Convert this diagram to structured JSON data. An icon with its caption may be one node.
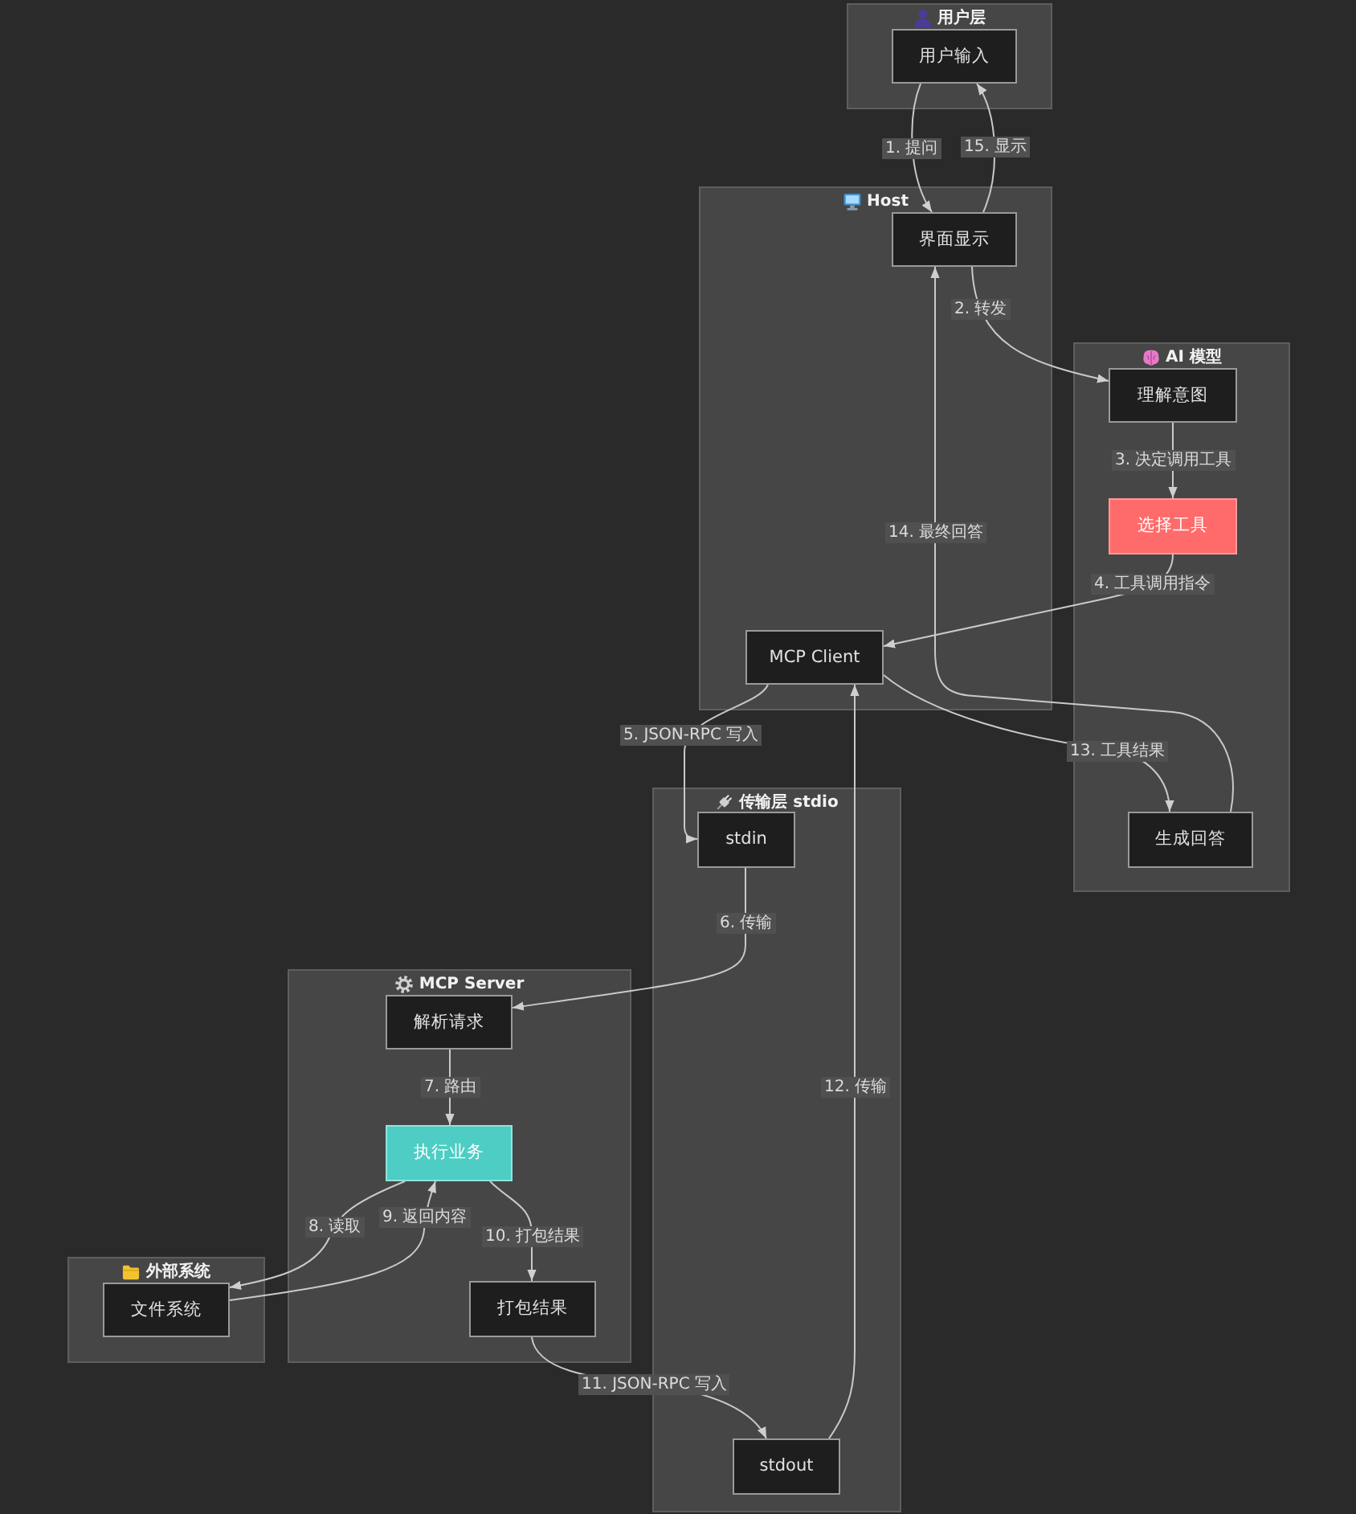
{
  "diagram": {
    "nodes": [
      {
        "text": [
          "用户层"
        ]
      },
      {
        "text": [
          "用户输入"
        ],
        "in": 0
      },
      {
        "text": [
          "Host"
        ]
      },
      {
        "text": [
          "界面显示"
        ],
        "in": 2
      },
      {
        "text": [
          "AI 模型"
        ]
      },
      {
        "text": [
          "理解意图"
        ],
        "in": 4
      },
      {
        "text": [
          "选择工具"
        ],
        "in": 4
      },
      {
        "text": [
          "MCP Client"
        ],
        "in": 2
      },
      {
        "text": [
          "生成回答"
        ],
        "in": 4
      },
      {
        "text": [
          "传输层 stdio"
        ]
      },
      {
        "text": [
          "stdin"
        ],
        "in": 9
      },
      {
        "text": [
          "MCP Server"
        ]
      },
      {
        "text": [
          "解析请求"
        ],
        "in": 11
      },
      {
        "text": [
          "执行业务"
        ],
        "in": 11
      },
      {
        "text": [
          "外部系统"
        ]
      },
      {
        "text": [
          "文件系统"
        ],
        "in": 14
      },
      {
        "text": [
          "打包结果"
        ],
        "in": 11
      },
      {
        "text": [
          "stdout"
        ],
        "in": 9
      }
    ],
    "edges": [
      {
        "from": 1,
        "to": 3,
        "arrow": "to",
        "label": "1. 提问"
      },
      {
        "from": 3,
        "to": 1,
        "arrow": "to",
        "label": "15. 显示"
      },
      {
        "from": 3,
        "to": 5,
        "arrow": "to",
        "label": "2. 转发"
      },
      {
        "from": 5,
        "to": 6,
        "arrow": "to",
        "label": "3. 决定调用工具"
      },
      {
        "from": 6,
        "to": 7,
        "arrow": "to",
        "label": "4. 工具调用指令"
      },
      {
        "from": 7,
        "to": 10,
        "arrow": "to",
        "label": "5. JSON-RPC 写入"
      },
      {
        "from": 10,
        "to": 12,
        "arrow": "to",
        "label": "6. 传输"
      },
      {
        "from": 12,
        "to": 13,
        "arrow": "to",
        "label": "7. 路由"
      },
      {
        "from": 13,
        "to": 15,
        "arrow": "to",
        "label": "8. 读取"
      },
      {
        "from": 15,
        "to": 13,
        "arrow": "to",
        "label": "9. 返回内容"
      },
      {
        "from": 13,
        "to": 16,
        "arrow": "to",
        "label": "10. 打包结果"
      },
      {
        "from": 16,
        "to": 17,
        "arrow": "to",
        "label": "11. JSON-RPC 写入"
      },
      {
        "from": 17,
        "to": 7,
        "arrow": "to",
        "label": "12. 传输"
      },
      {
        "from": 7,
        "to": 8,
        "arrow": "to",
        "label": "13. 工具结果"
      },
      {
        "from": 8,
        "to": 3,
        "arrow": "to",
        "label": "14. 最终回答"
      }
    ]
  }
}
